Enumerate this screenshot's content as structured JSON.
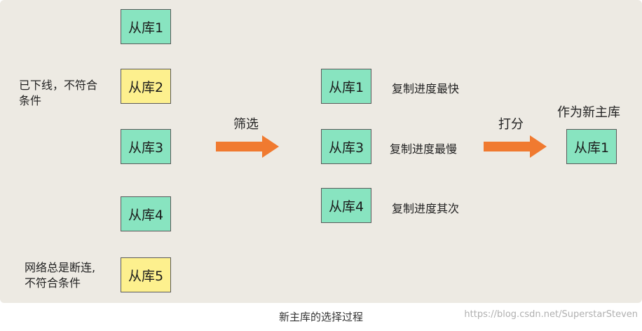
{
  "left_column": {
    "replicas": [
      {
        "label": "从库1",
        "color": "#88e4c0"
      },
      {
        "label": "从库2",
        "color": "#fdf08e"
      },
      {
        "label": "从库3",
        "color": "#88e4c0"
      },
      {
        "label": "从库4",
        "color": "#88e4c0"
      },
      {
        "label": "从库5",
        "color": "#fdf08e"
      }
    ],
    "note_offline": {
      "line1": "已下线，不符合",
      "line2": "条件"
    },
    "note_disconnect": {
      "line1": "网络总是断连,",
      "line2": "不符合条件"
    }
  },
  "filter_step": {
    "label": "筛选",
    "arrow_color": "#f07a30"
  },
  "middle_column": {
    "replicas": [
      {
        "label": "从库1",
        "progress": "复制进度最快"
      },
      {
        "label": "从库3",
        "progress": "复制进度最慢"
      },
      {
        "label": "从库4",
        "progress": "复制进度其次"
      }
    ]
  },
  "score_step": {
    "label": "打分",
    "arrow_color": "#f07a30"
  },
  "result": {
    "heading": "作为新主库",
    "label": "从库1"
  },
  "caption": "新主库的选择过程",
  "watermark": "https://blog.csdn.net/SuperstarSteven"
}
